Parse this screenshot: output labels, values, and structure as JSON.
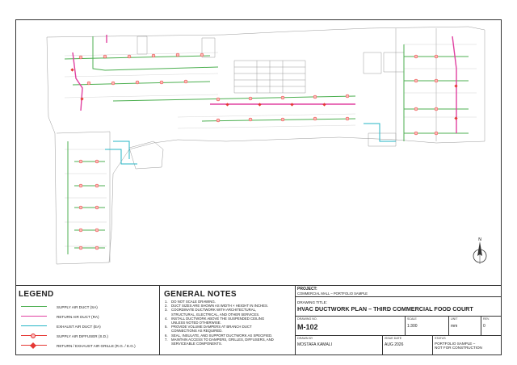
{
  "legend": {
    "title": "LEGEND",
    "items": [
      {
        "label": "SUPPLY AIR DUCT (SA)",
        "color": "#4caf50",
        "icon": "supply-duct-line"
      },
      {
        "label": "RETURN AIR DUCT (RA)",
        "color": "#e040a0",
        "icon": "return-duct-line"
      },
      {
        "label": "EXHAUST AIR DUCT (EA)",
        "color": "#26b6c6",
        "icon": "exhaust-duct-line"
      },
      {
        "label": "SUPPLY AIR DIFFUSER (S.D.)",
        "color": "#e53935",
        "icon": "diffuser-circle"
      },
      {
        "label": "RETURN / EXHAUST AIR GRILLE (R.G. / E.G.)",
        "color": "#e53935",
        "icon": "grille-diamond"
      }
    ]
  },
  "notes": {
    "title": "GENERAL NOTES",
    "items": [
      {
        "n": "1.",
        "text": "DO NOT SCALE DRAWING."
      },
      {
        "n": "2.",
        "text": "DUCT SIZES ARE SHOWN AS WIDTH × HEIGHT IN INCHES."
      },
      {
        "n": "3.",
        "text": "COORDINATE DUCTWORK WITH ARCHITECTURAL,"
      },
      {
        "n": "",
        "text": "STRUCTURAL, ELECTRICAL, AND OTHER SERVICES."
      },
      {
        "n": "4.",
        "text": "INSTALL DUCTWORK ABOVE THE SUSPENDED CEILING"
      },
      {
        "n": "",
        "text": "UNLESS NOTED OTHERWISE."
      },
      {
        "n": "5.",
        "text": "PROVIDE VOLUME DAMPERS AT BRANCH DUCT"
      },
      {
        "n": "",
        "text": "CONNECTIONS AS REQUIRED."
      },
      {
        "n": "6.",
        "text": "SEAL, INSULATE, AND SUPPORT DUCTWORK AS SPECIFIED."
      },
      {
        "n": "7.",
        "text": "MAINTAIN ACCESS TO DAMPERS, GRILLES, DIFFUSERS, AND"
      },
      {
        "n": "",
        "text": "SERVICEABLE COMPONENTS."
      }
    ]
  },
  "titleblock": {
    "project_label": "PROJECT:",
    "project": "COMMERCIAL MALL – PORTFOLIO SAMPLE",
    "drawing_title_label": "DRAWING TITLE:",
    "drawing_title": "HVAC DUCTWORK PLAN – THIRD COMMERCIAL FOOD COURT",
    "drawing_no_label": "DRAWING NO.",
    "drawing_no": "M-102",
    "scale_label": "SCALE",
    "scale": "1:300",
    "unit_label": "UNIT",
    "unit": "mm",
    "rev_label": "REV.",
    "rev": "0",
    "drawn_by_label": "DRAWN BY",
    "drawn_by": "MOSTAFA KAMALI",
    "issue_date_label": "ISSUE DATE",
    "issue_date": "AUG 2026",
    "status_label": "STATUS",
    "status_line1": "PORTFOLIO SAMPLE –",
    "status_line2": "NOT FOR CONSTRUCTION"
  },
  "north_arrow": {
    "label": "N",
    "icon": "north-arrow-icon"
  }
}
